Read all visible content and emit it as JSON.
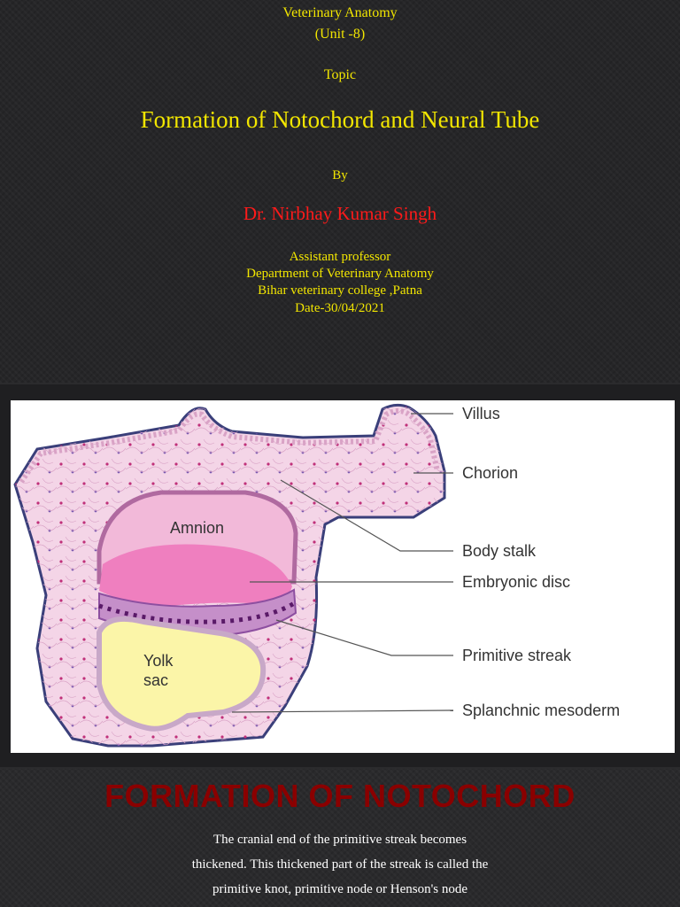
{
  "slide1": {
    "course": "Veterinary Anatomy",
    "unit": "(Unit -8)",
    "topic_label": "Topic",
    "title": "Formation of Notochord and Neural Tube",
    "by": "By",
    "author": "Dr. Nirbhay Kumar Singh",
    "designation": "Assistant professor",
    "department": "Department of Veterinary Anatomy",
    "college": "Bihar veterinary college ,Patna",
    "date": "Date-30/04/2021"
  },
  "figure": {
    "labels": {
      "villus": "Villus",
      "chorion": "Chorion",
      "body_stalk": "Body stalk",
      "embryonic_disc": "Embryonic disc",
      "primitive_streak": "Primitive streak",
      "splanchnic_mesoderm": "Splanchnic mesoderm",
      "amnion": "Amnion",
      "yolk_sac_line1": "Yolk",
      "yolk_sac_line2": "sac"
    },
    "colors": {
      "tissue": "#f4d5e7",
      "membrane": "#3a3f7a",
      "amnion": "#f2b9d9",
      "disc": "#ef7fbf",
      "yolk": "#fbf5a8"
    }
  },
  "slide3": {
    "heading": "FORMATION OF NOTOCHORD",
    "lines": [
      "The cranial end of the primitive streak becomes",
      "thickened. This thickened part of the streak is called the",
      "primitive knot, primitive node or Henson's node"
    ]
  }
}
